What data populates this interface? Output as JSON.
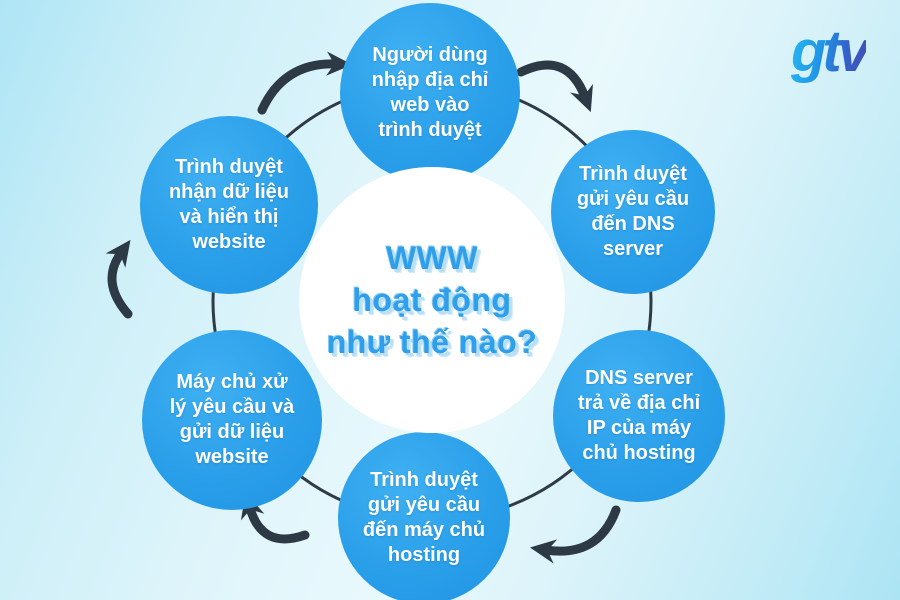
{
  "header": {
    "logo_text": "gtv"
  },
  "center": {
    "title": "WWW\nhoạt động\nnhư thế nào?"
  },
  "steps": [
    {
      "position": "top",
      "label": "Người dùng\nnhập địa chỉ\nweb vào\ntrình duyệt"
    },
    {
      "position": "top-right",
      "label": "Trình duyệt\ngửi yêu cầu\nđến DNS\nserver"
    },
    {
      "position": "bottom-right",
      "label": "DNS server\ntrả về địa chỉ\nIP của máy\nchủ hosting"
    },
    {
      "position": "bottom",
      "label": "Trình duyệt\ngửi yêu cầu\nđến máy chủ\nhosting"
    },
    {
      "position": "bottom-left",
      "label": "Máy chủ xử\nlý yêu cầu và\ngửi dữ liệu\nwebsite"
    },
    {
      "position": "top-left",
      "label": "Trình duyệt\nnhận dữ liệu\nvà hiển thị\nwebsite"
    }
  ],
  "flow": {
    "direction": "clockwise",
    "arrow_icons": [
      "curved-arrow-icon",
      "curved-arrow-icon",
      "curved-arrow-icon",
      "curved-arrow-icon",
      "curved-arrow-icon"
    ]
  },
  "colors": {
    "circle_blue": "#2A9FE9",
    "arrow_dark": "#2D3A46",
    "ring_dark": "#2E3B47",
    "title_blue": "#2F9FEB",
    "title_shadow": "#B9DFF7",
    "background_cyan": "#BDEAF6",
    "logo_gradient_start": "#25B7EF",
    "logo_gradient_end": "#3F51B5"
  }
}
